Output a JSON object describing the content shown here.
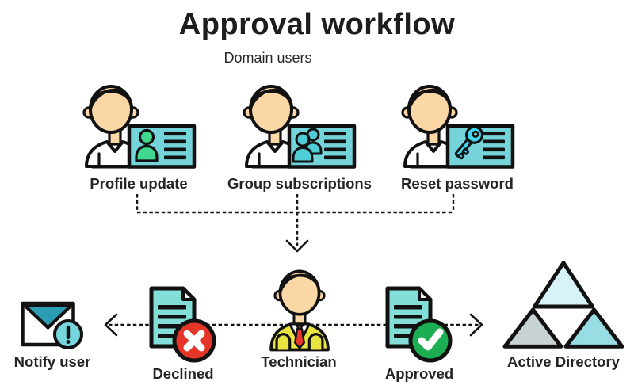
{
  "title": "Approval workflow",
  "subtitle": "Domain users",
  "users_row": {
    "items": [
      {
        "label": "Profile update",
        "icon": "user-with-profile-card-icon"
      },
      {
        "label": "Group subscriptions",
        "icon": "user-with-group-card-icon"
      },
      {
        "label": "Reset password",
        "icon": "user-with-key-card-icon"
      }
    ]
  },
  "flow_row": {
    "notify_user": {
      "label": "Notify user",
      "icon": "envelope-alert-icon"
    },
    "declined": {
      "label": "Declined",
      "icon": "document-declined-icon"
    },
    "technician": {
      "label": "Technician",
      "icon": "technician-icon"
    },
    "approved": {
      "label": "Approved",
      "icon": "document-approved-icon"
    },
    "active_directory": {
      "label": "Active Directory",
      "icon": "active-directory-triangle-icon"
    }
  },
  "connectors": {
    "style": "dashed",
    "fan_in": "three user branches merge into one arrow pointing down to Technician",
    "left_arrow": "Technician to Notify user via Declined",
    "right_arrow": "Technician to Active Directory via Approved"
  },
  "colors": {
    "outline": "#111111",
    "card_teal": "#74d4d9",
    "doc_teal": "#84ded8",
    "profile_green": "#3fd88f",
    "group_teal": "#4fccd6",
    "key_cyan": "#3fd8f0",
    "skin": "#fbd7a6",
    "hair_gray": "#6e6f72",
    "hair_brown": "#6b4f4c",
    "jacket_yellow": "#e9e43f",
    "tie_red": "#e8392e",
    "declined_red": "#e53428",
    "approved_green": "#1cae53",
    "envelope_flap_teal": "#2b9cb4",
    "alert_badge_teal": "#76d5dd",
    "ad_triangle_top": "#d8f3f7",
    "ad_triangle_left": "#c8d2d3",
    "ad_triangle_right": "#97dde3"
  }
}
